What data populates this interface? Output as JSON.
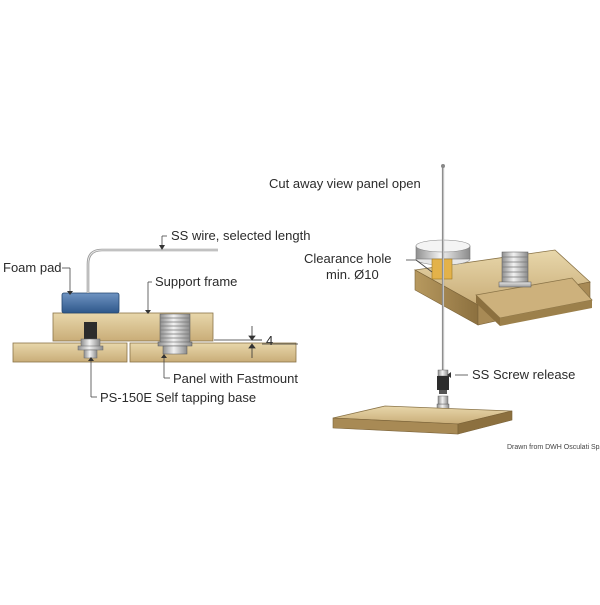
{
  "labels": {
    "ss_wire": "SS wire, selected length",
    "foam_pad": "Foam pad",
    "support_frame": "Support frame",
    "dimension": "4",
    "panel_fastmount": "Panel with Fastmount",
    "self_tapping_base": "PS-150E Self tapping base",
    "cut_away": "Cut away view panel open",
    "clearance_line1": "Clearance hole",
    "clearance_line2": "min. Ø10",
    "screw_release": "SS Screw release",
    "credit": "Drawn from DWH Osculati SpA"
  },
  "colors": {
    "wood_light": "#e2cfa0",
    "wood_mid": "#d2b783",
    "wood_dark": "#9e8250",
    "foam_blue": "#3f6fa3",
    "metal": "#c9c9c9",
    "line": "#333333"
  }
}
